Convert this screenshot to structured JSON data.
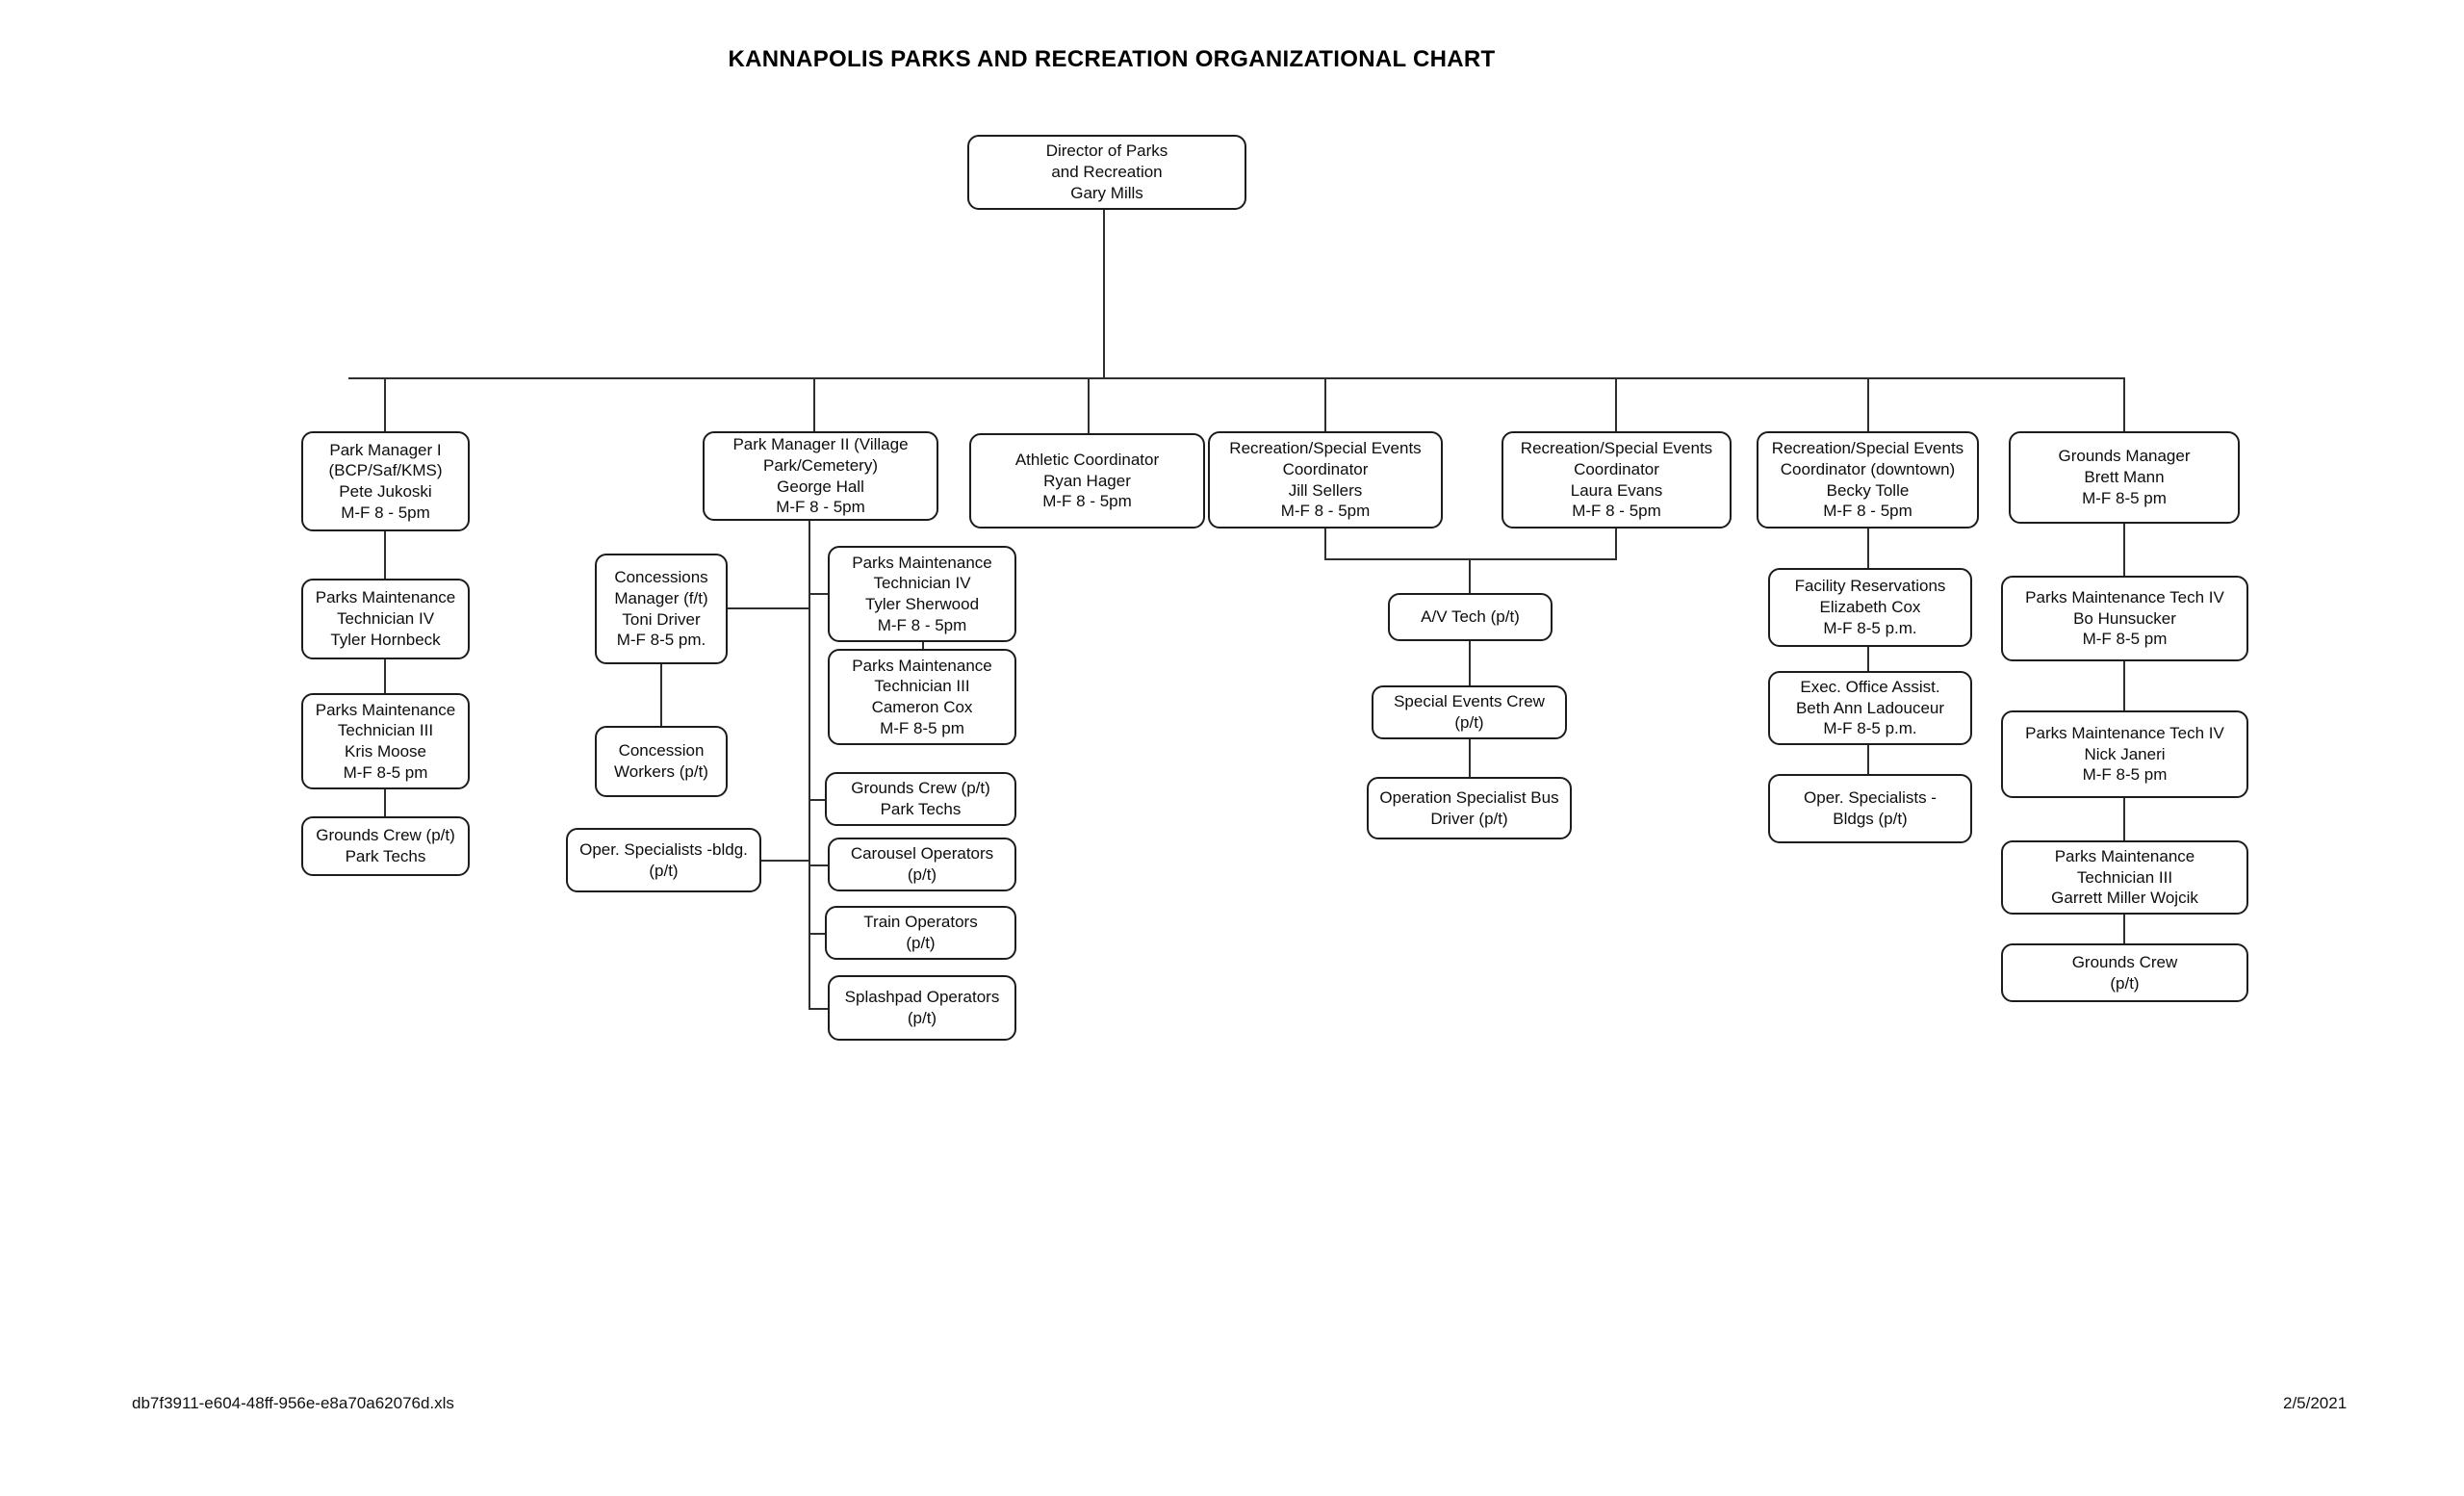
{
  "title": "KANNAPOLIS PARKS AND RECREATION ORGANIZATIONAL CHART",
  "footer": {
    "filename": "db7f3911-e604-48ff-956e-e8a70a62076d.xls",
    "date": "2/5/2021"
  },
  "nodes": {
    "director": {
      "text": "Director of Parks\nand Recreation\nGary Mills",
      "reports_to": null
    },
    "pm1": {
      "text": "Park Manager I\n(BCP/Saf/KMS)\nPete Jukoski\nM-F 8 - 5pm",
      "reports_to": "director"
    },
    "pm1_tech4": {
      "text": "Parks Maintenance\nTechnician IV\nTyler Hornbeck",
      "reports_to": "pm1"
    },
    "pm1_tech3": {
      "text": "Parks Maintenance\nTechnician III\nKris Moose\nM-F 8-5 pm",
      "reports_to": "pm1_tech4"
    },
    "pm1_grounds": {
      "text": "Grounds Crew (p/t)\nPark Techs",
      "reports_to": "pm1_tech3"
    },
    "pm2": {
      "text": "Park Manager II (Village\nPark/Cemetery)\nGeorge Hall\nM-F 8 - 5pm",
      "reports_to": "director"
    },
    "conc_mgr": {
      "text": "Concessions\nManager (f/t)\nToni Driver\nM-F 8-5 pm.",
      "reports_to": "pm2"
    },
    "conc_workers": {
      "text": "Concession\nWorkers (p/t)",
      "reports_to": "conc_mgr"
    },
    "oper_spec_bldg": {
      "text": "Oper. Specialists -bldg.\n(p/t)",
      "reports_to": "pm2"
    },
    "pm2_tech4": {
      "text": "Parks Maintenance\nTechnician IV\nTyler Sherwood\nM-F 8 - 5pm",
      "reports_to": "pm2"
    },
    "pm2_tech3": {
      "text": "Parks Maintenance\nTechnician III\nCameron Cox\nM-F 8-5 pm",
      "reports_to": "pm2_tech4"
    },
    "pm2_grounds": {
      "text": "Grounds Crew (p/t)\nPark Techs",
      "reports_to": "pm2"
    },
    "carousel": {
      "text": "Carousel Operators\n(p/t)",
      "reports_to": "pm2"
    },
    "train": {
      "text": "Train Operators\n(p/t)",
      "reports_to": "pm2"
    },
    "splashpad": {
      "text": "Splashpad Operators\n(p/t)",
      "reports_to": "pm2"
    },
    "athletic": {
      "text": "Athletic  Coordinator\nRyan Hager\nM-F 8 - 5pm",
      "reports_to": "director"
    },
    "rse_jill": {
      "text": "Recreation/Special Events\nCoordinator\nJill Sellers\nM-F 8 - 5pm",
      "reports_to": "director"
    },
    "rse_laura": {
      "text": "Recreation/Special Events\nCoordinator\nLaura Evans\nM-F 8 - 5pm",
      "reports_to": "director"
    },
    "av_tech": {
      "text": "A/V Tech (p/t)",
      "reports_to": "rse_jill, rse_laura"
    },
    "special_events": {
      "text": "Special Events Crew\n(p/t)",
      "reports_to": "av_tech"
    },
    "bus_driver": {
      "text": "Operation Specialist Bus\nDriver (p/t)",
      "reports_to": "special_events"
    },
    "rse_becky": {
      "text": "Recreation/Special Events\nCoordinator (downtown)\nBecky Tolle\nM-F 8 - 5pm",
      "reports_to": "director"
    },
    "facility_res": {
      "text": "Facility Reservations\nElizabeth Cox\nM-F 8-5 p.m.",
      "reports_to": "rse_becky"
    },
    "exec_office": {
      "text": "Exec. Office Assist.\nBeth Ann Ladouceur\nM-F 8-5 p.m.",
      "reports_to": "facility_res"
    },
    "oper_spec_bldgs": {
      "text": "Oper. Specialists -\nBldgs  (p/t)",
      "reports_to": "exec_office"
    },
    "grounds_mgr": {
      "text": "Grounds Manager\nBrett Mann\nM-F 8-5 pm",
      "reports_to": "director"
    },
    "gm_tech4_bo": {
      "text": "Parks Maintenance Tech IV\nBo Hunsucker\nM-F 8-5 pm",
      "reports_to": "grounds_mgr"
    },
    "gm_tech4_nick": {
      "text": "Parks Maintenance Tech IV\nNick Janeri\nM-F 8-5 pm",
      "reports_to": "gm_tech4_bo"
    },
    "gm_tech3": {
      "text": "Parks Maintenance\nTechnician III\nGarrett Miller Wojcik",
      "reports_to": "gm_tech4_nick"
    },
    "gm_grounds": {
      "text": "Grounds Crew\n(p/t)",
      "reports_to": "gm_tech3"
    }
  }
}
